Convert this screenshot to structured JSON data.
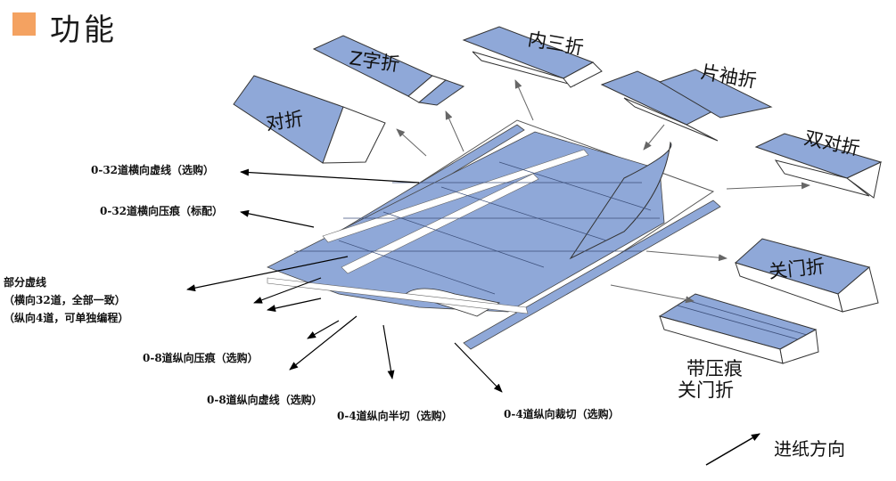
{
  "header": {
    "title": "功能",
    "accent_color": "#f4a261"
  },
  "colors": {
    "sheet": "#8fa8d8",
    "sheet_edge": "#333333",
    "fold_light": "#ffffff",
    "arrow": "#000000"
  },
  "folds": {
    "half_fold": "对折",
    "z_fold": "Z字折",
    "inner_triple_fold": "内三折",
    "single_sleeve_fold": "片袖折",
    "double_parallel_fold": "双对折",
    "gate_fold": "关门折",
    "creased_gate_fold_line1": "带压痕",
    "creased_gate_fold_line2": "关门折"
  },
  "callouts": {
    "cross_perforation": "0-32道横向虚线（选购）",
    "cross_crease": "0-32道横向压痕（标配）",
    "partial_perf_title": "部分虚线",
    "partial_perf_cross": "（横向32道，全部一致）",
    "partial_perf_long": "（纵向4道，可单独编程）",
    "long_crease": "0-8道纵向压痕（选购）",
    "long_perforation": "0-8道纵向虚线（选购）",
    "long_half_cut": "0-4道纵向半切（选购）",
    "long_slit": "0-4道纵向裁切（选购）"
  },
  "feed_direction": "进纸方向"
}
